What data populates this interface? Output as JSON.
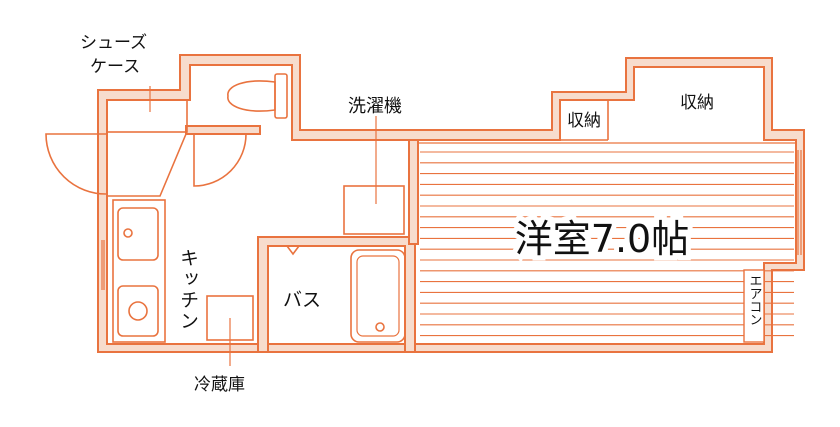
{
  "colors": {
    "line": "#e9733f",
    "wall_fill": "#f7dccd",
    "text": "#111111",
    "background": "#ffffff"
  },
  "labels": {
    "shoe_case_line1": "シューズ",
    "shoe_case_line2": "ケース",
    "washing_machine": "洗濯機",
    "storage_small": "収納",
    "storage_large": "収納",
    "kitchen": "キッチン",
    "bath": "バス",
    "refrigerator": "冷蔵庫",
    "western_room": "洋室7.0帖",
    "aircon": "エアコン"
  },
  "icons": [
    "toilet-icon",
    "sink-icon",
    "stove-icon",
    "bathtub-icon",
    "door-swing-icon"
  ]
}
